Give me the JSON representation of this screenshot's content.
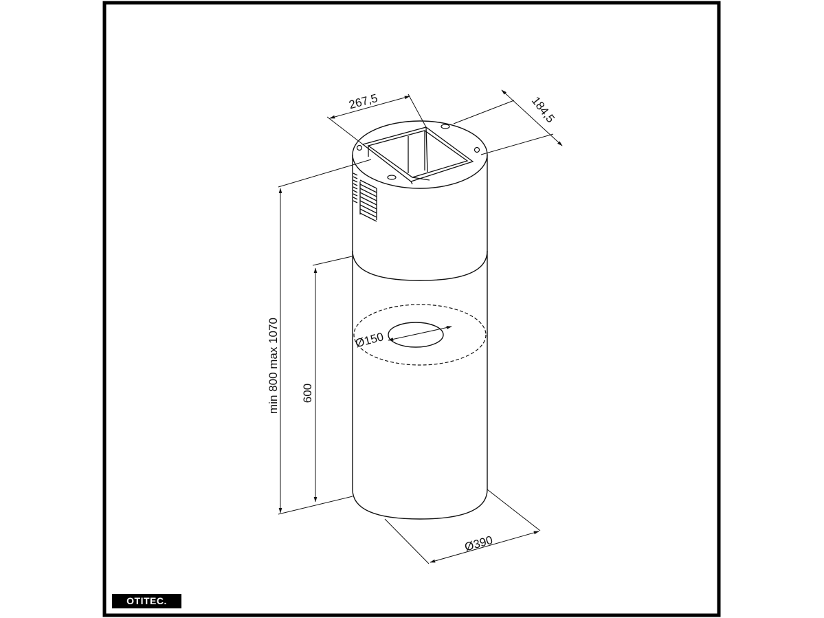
{
  "dimensions": {
    "duct_width": "267,5",
    "duct_depth": "184,5",
    "total_height": "min 800 max 1070",
    "lower_height": "600",
    "outlet_diameter": "Ø150",
    "body_diameter": "Ø390"
  },
  "brand": {
    "label": "OTITEC."
  },
  "colors": {
    "line": "#111111",
    "frame": "#000000",
    "badge_bg": "#000000",
    "badge_text": "#ffffff"
  }
}
